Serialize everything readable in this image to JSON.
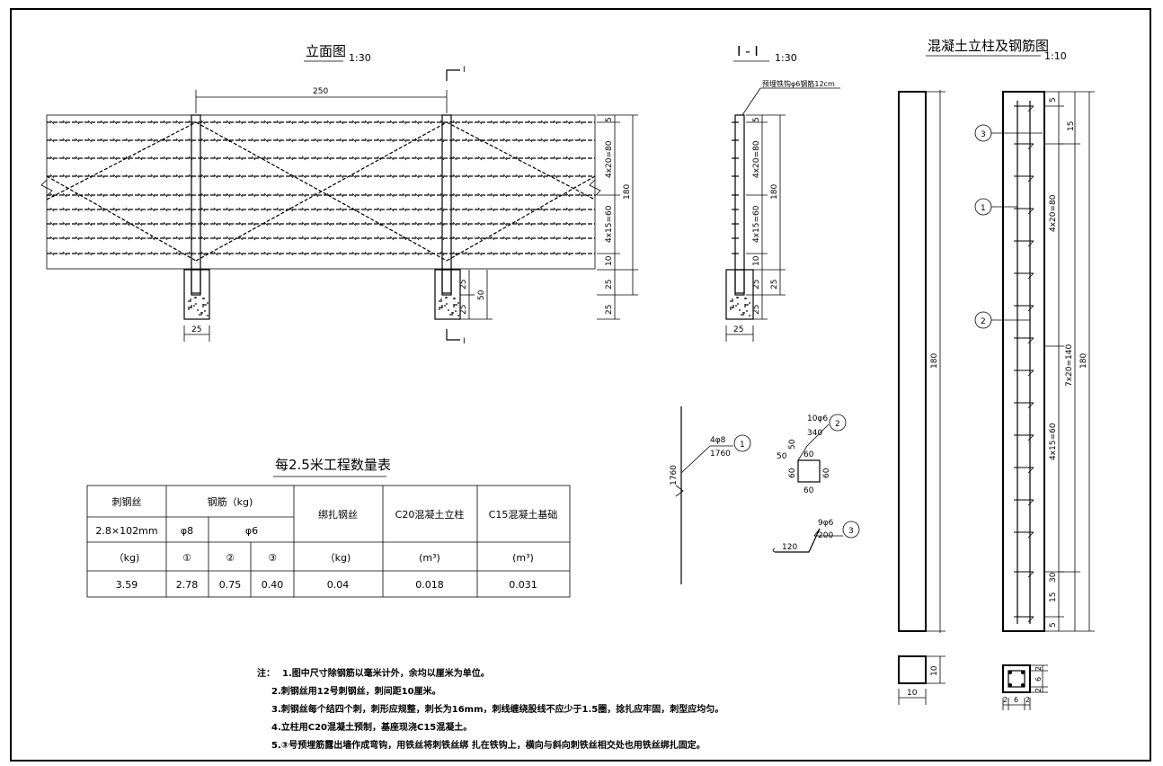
{
  "elevation": {
    "title": "立面图",
    "scale": "1:30",
    "spacing": "250",
    "section_mark": "I",
    "footing_width": "25",
    "dims": [
      "5",
      "4x20=80",
      "180",
      "4x15=60",
      "10",
      "25",
      "25",
      "50",
      "25",
      "25"
    ]
  },
  "section": {
    "title": "I - I",
    "scale": "1:30",
    "label": "预埋铁钩φ6钢筋12cm",
    "dims": [
      "5",
      "4x20=80",
      "180",
      "4x15=60",
      "10",
      "25",
      "25",
      "25"
    ],
    "footing_width": "25"
  },
  "column": {
    "title": "混凝土立柱及钢筋图",
    "scale": "1:10",
    "left_dims": [
      "180",
      "10",
      "10"
    ],
    "right_dims": [
      "5",
      "15",
      "4x20=80",
      "7x20=140",
      "180",
      "4x15=60",
      "30",
      "15",
      "5",
      "2",
      "6",
      "2",
      "2",
      "6",
      "2"
    ],
    "markers": [
      "3",
      "1",
      "2"
    ]
  },
  "bars": {
    "bar1": {
      "spec": "4φ8",
      "len": "1760",
      "height": "1760",
      "marker": "1"
    },
    "bar2": {
      "spec": "10φ6",
      "len": "340",
      "marker": "2",
      "dims": [
        "50",
        "50",
        "60",
        "60",
        "60",
        "60"
      ]
    },
    "bar3": {
      "spec": "9φ6",
      "len": "200",
      "hook": "120",
      "marker": "3"
    }
  },
  "table": {
    "title": "每2.5米工程数量表",
    "h_wire": "刺钢丝",
    "h_rebar": "钢筋（kg)",
    "h_bind": "绑扎钢丝",
    "h_c20": "C20混凝土立柱",
    "h_c15": "C15混凝土基础",
    "wire_spec": "2.8×102mm",
    "phi8": "φ8",
    "phi6": "φ6",
    "u_kg": "（kg)",
    "n1": "①",
    "n2": "②",
    "n3": "③",
    "u_kg2": "（kg)",
    "u_m3a": "(m³)",
    "u_m3b": "(m³)",
    "values": [
      "3.59",
      "2.78",
      "0.75",
      "0.40",
      "0.04",
      "0.018",
      "0.031"
    ]
  },
  "notes": {
    "label": "注：",
    "lines": [
      "1.图中尺寸除钢筋以毫米计外，余均以厘米为单位。",
      "2.刺钢丝用12号刺钢丝，刺间距10厘米。",
      "3.刺钢丝每个结四个刺，刺形应规整，刺长为16mm，刺线缠绕股线不应少于1.5圈，捻扎应牢固，刺型应均匀。",
      "4.立柱用C20混凝土预制，基座现浇C15混凝土。",
      "5.③号预埋筋露出墙作成弯钩，用铁丝将刺铁丝绑 扎在铁钩上，横向与斜向刺铁丝相交处也用铁丝绑扎固定。"
    ]
  }
}
